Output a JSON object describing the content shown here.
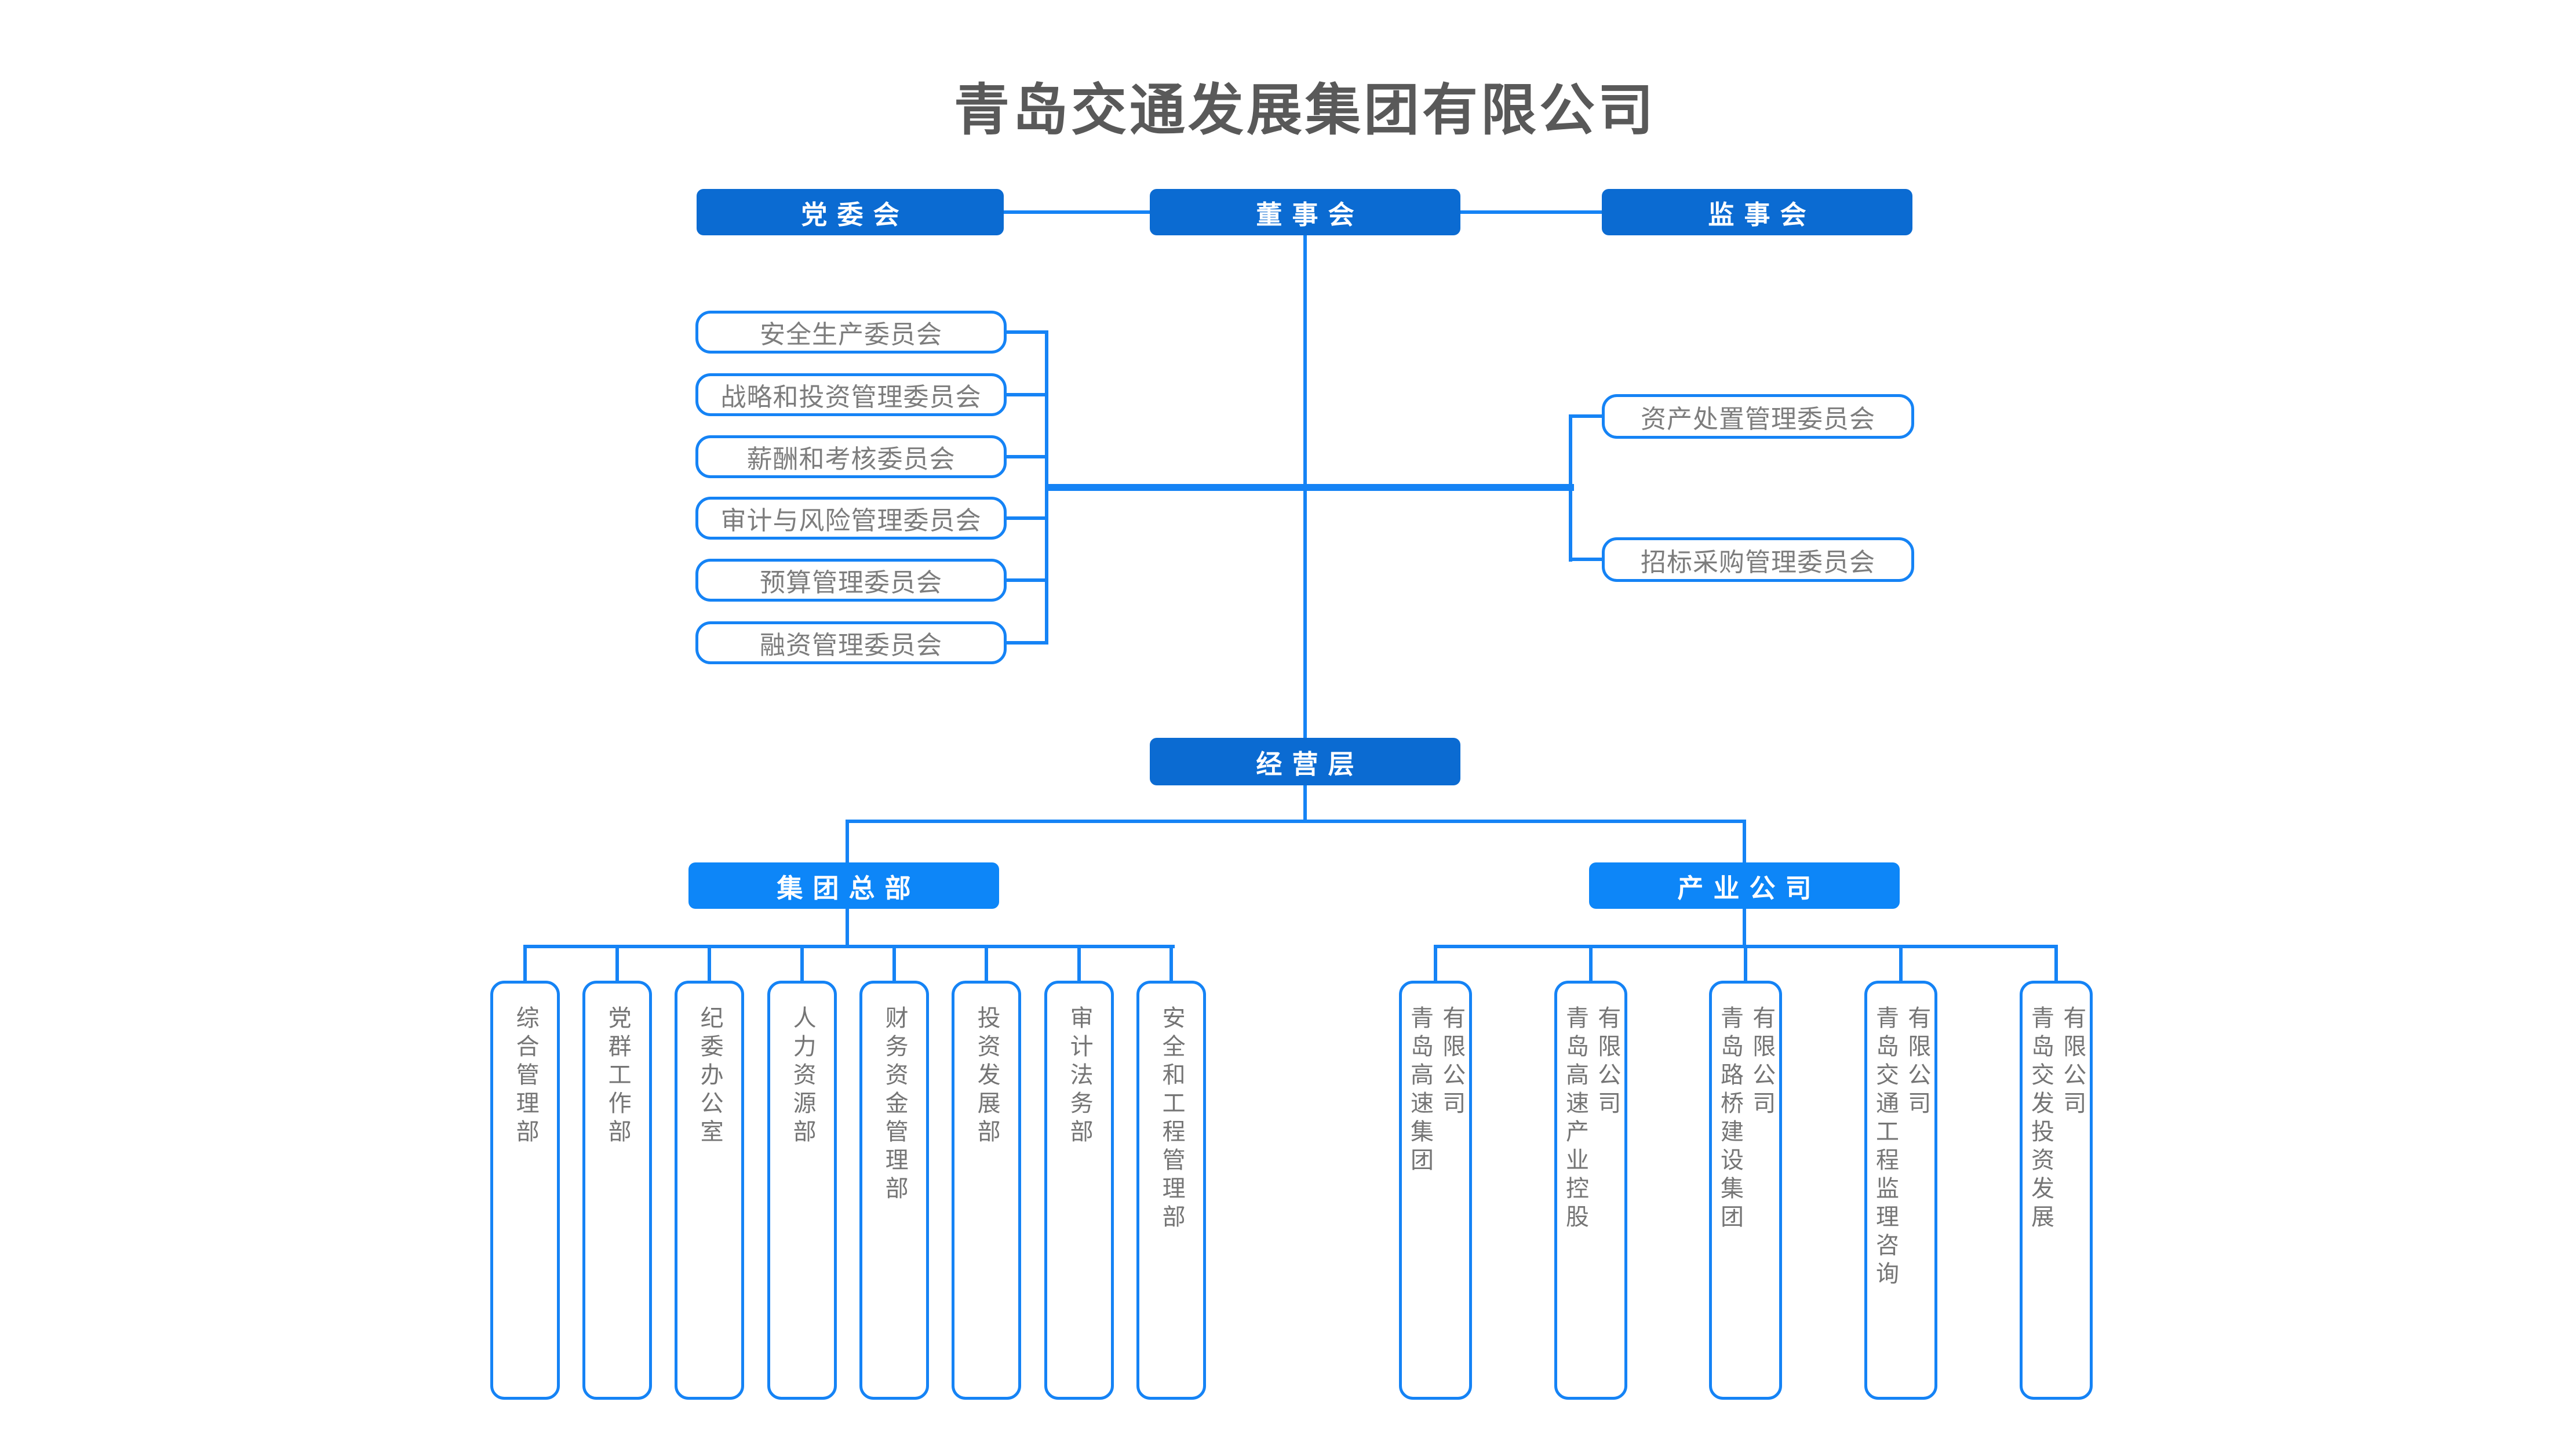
{
  "org": {
    "title": "青岛交通发展集团有限公司",
    "top_bodies": [
      "党委会",
      "董事会",
      "监事会"
    ],
    "board_committees_left": [
      "安全生产委员会",
      "战略和投资管理委员会",
      "薪酬和考核委员会",
      "审计与风险管理委员会",
      "预算管理委员会",
      "融资管理委员会"
    ],
    "board_committees_right": [
      "资产处置管理委员会",
      "招标采购管理委员会"
    ],
    "management_layer": "经营层",
    "group_hq": "集团总部",
    "industry_group": "产业公司",
    "hq_departments": [
      "综合管理部",
      "党群工作部",
      "纪委办公室",
      "人力资源部",
      "财务资金管理部",
      "投资发展部",
      "审计法务部",
      "安全和工程管理部"
    ],
    "companies": [
      {
        "name": "青岛高速集团",
        "suffix": "有限公司"
      },
      {
        "name": "青岛高速产业控股",
        "suffix": "有限公司"
      },
      {
        "name": "青岛路桥建设集团",
        "suffix": "有限公司"
      },
      {
        "name": "青岛交通工程监理咨询",
        "suffix": "有限公司"
      },
      {
        "name": "青岛交发投资发展",
        "suffix": "有限公司"
      }
    ],
    "colors": {
      "node_dark_blue": "#0b6bd2",
      "node_light_blue": "#0d86f8",
      "line_blue": "#1583f5",
      "box_text_gray": "#7d7d7d",
      "title_gray": "#595959"
    }
  }
}
